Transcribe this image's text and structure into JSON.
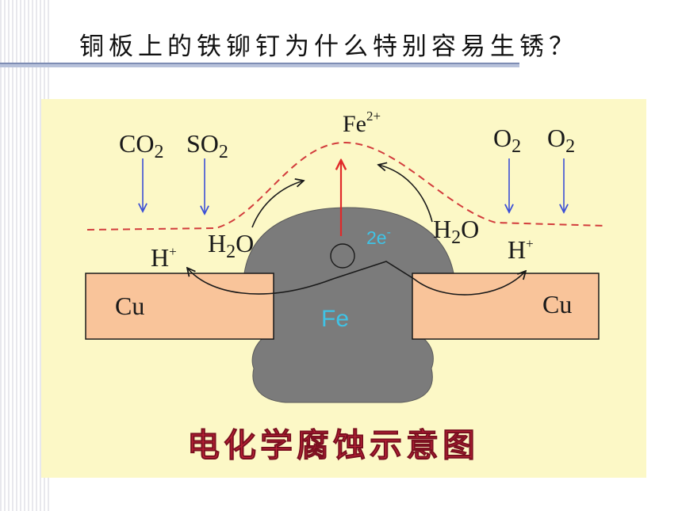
{
  "slide": {
    "title": "铜板上的铁铆钉为什么特别容易生锈？"
  },
  "diagram": {
    "caption": "电化学腐蚀示意图",
    "labels": {
      "co2": {
        "base": "CO",
        "sub": "2"
      },
      "so2": {
        "base": "SO",
        "sub": "2"
      },
      "fe_ion": {
        "base": "Fe",
        "sup": "2+"
      },
      "o2_left": {
        "base": "O",
        "sub": "2"
      },
      "o2_right": {
        "base": "O",
        "sub": "2"
      },
      "water_left": {
        "base": "H",
        "sub": "2",
        "tail": "O"
      },
      "water_right": {
        "base": "H",
        "sub": "2",
        "tail": "O"
      },
      "proton_left": {
        "base": "H",
        "sup": "+"
      },
      "proton_right": {
        "base": "H",
        "sup": "+"
      },
      "electrons": {
        "base": "2e",
        "sup": "-"
      },
      "copper_left": "Cu",
      "copper_right": "Cu",
      "iron": "Fe"
    },
    "colors": {
      "background": "#fcf8c6",
      "copper": "#f9c49a",
      "iron": "#7b7b7b",
      "boundary": "#d23c3c",
      "ion_arrow": "#e02a2a",
      "gas_arrow": "#3b4fd6",
      "cyan_text": "#3fc3e6",
      "caption": "#c4233a"
    }
  }
}
